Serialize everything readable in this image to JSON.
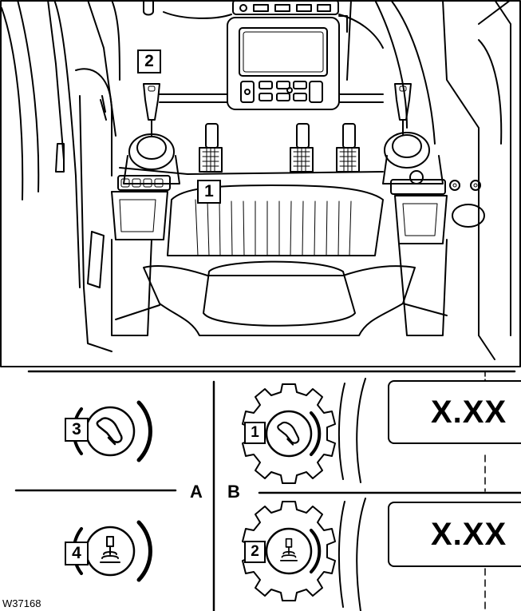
{
  "figure": {
    "id": "W37168"
  },
  "cab_view": {
    "callouts": [
      {
        "id": "pedals",
        "label": "1"
      },
      {
        "id": "joystick-left",
        "label": "2"
      }
    ]
  },
  "section_a": {
    "letter": "A",
    "items": [
      {
        "label": "3",
        "icon": "pedal-icon"
      },
      {
        "label": "4",
        "icon": "joystick-icon"
      }
    ]
  },
  "section_b": {
    "letter": "B",
    "items": [
      {
        "label": "1",
        "icon": "pedal-gear-icon",
        "value": "X.XX"
      },
      {
        "label": "2",
        "icon": "joystick-gear-icon",
        "value": "X.XX"
      }
    ]
  }
}
